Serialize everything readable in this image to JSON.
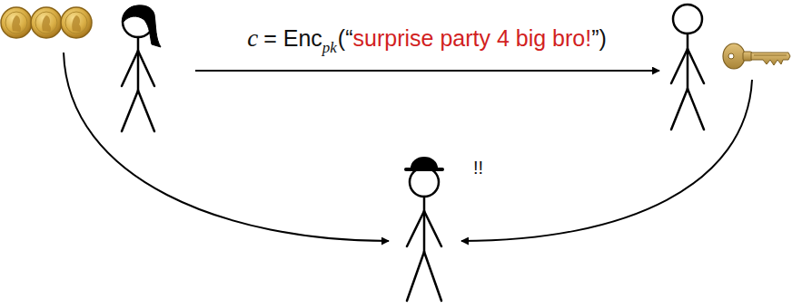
{
  "diagram": {
    "labels": [
      "c",
      "= Enc",
      "pk",
      "(“",
      "surprise party 4 big bro!",
      "”)",
      "!!"
    ]
  }
}
